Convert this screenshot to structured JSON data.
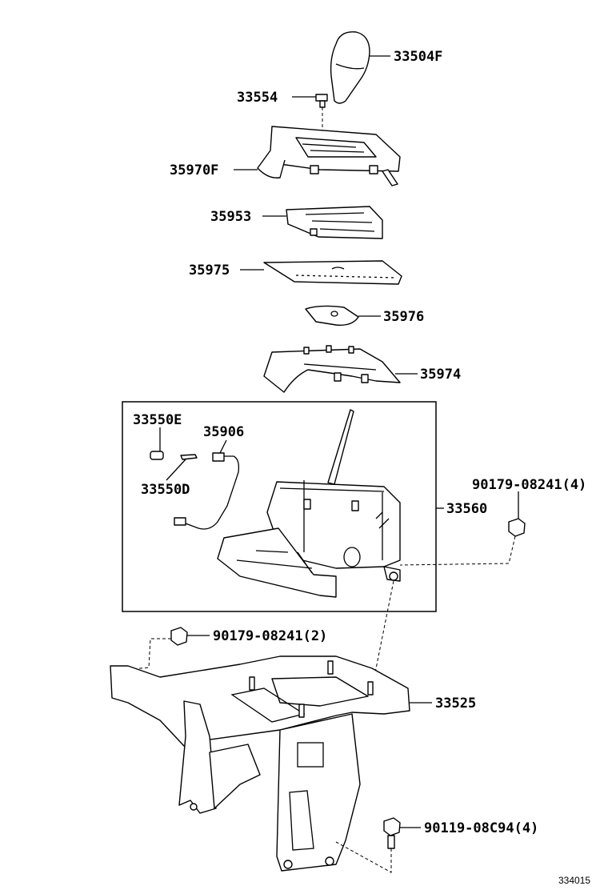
{
  "labels": {
    "knob": "33504F",
    "screw_top": "33554",
    "indicator_housing": "35970F",
    "slide_plate": "35953",
    "dust_cover": "35975",
    "plate_small": "35976",
    "lower_housing": "35974",
    "pin_e": "33550E",
    "switch": "35906",
    "pin_d": "33550D",
    "shift_assy": "33560",
    "nut_right": "90179-08241(4)",
    "nut_left": "90179-08241(2)",
    "bracket": "33525",
    "bolt": "90119-08C94(4)"
  },
  "diagram_id": "334015"
}
